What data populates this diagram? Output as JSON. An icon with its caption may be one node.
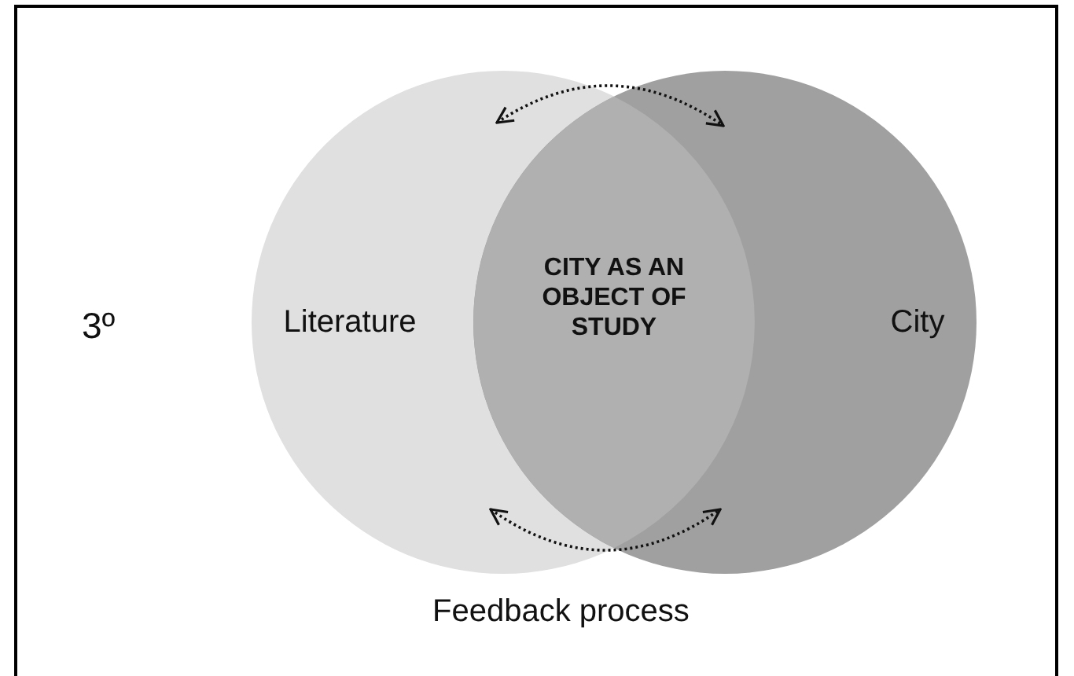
{
  "diagram": {
    "nodes": [
      {
        "text": [
          "Literature"
        ]
      },
      {
        "text": [
          "City"
        ]
      },
      {
        "text": [
          "CITY AS AN OBJECT OF STUDY"
        ]
      }
    ],
    "edges": [
      {
        "from": 0,
        "to": 1,
        "arrow": "both",
        "style": "dashed"
      },
      {
        "from": 0,
        "to": 1,
        "arrow": "both",
        "style": "dashed"
      }
    ],
    "labels": [
      "3º",
      "Feedback process"
    ]
  }
}
